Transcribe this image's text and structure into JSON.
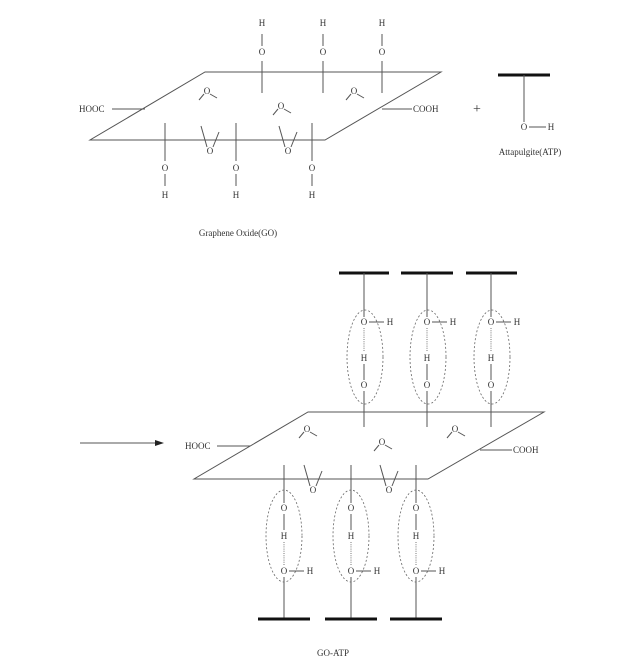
{
  "labels": {
    "go_caption": "Graphene Oxide(GO)",
    "atp_caption": "Attapulgite(ATP)",
    "product_caption": "GO-ATP",
    "plus": "+",
    "hooc": "HOOC",
    "cooh": "COOH",
    "atom_o": "O",
    "atom_h": "H"
  }
}
